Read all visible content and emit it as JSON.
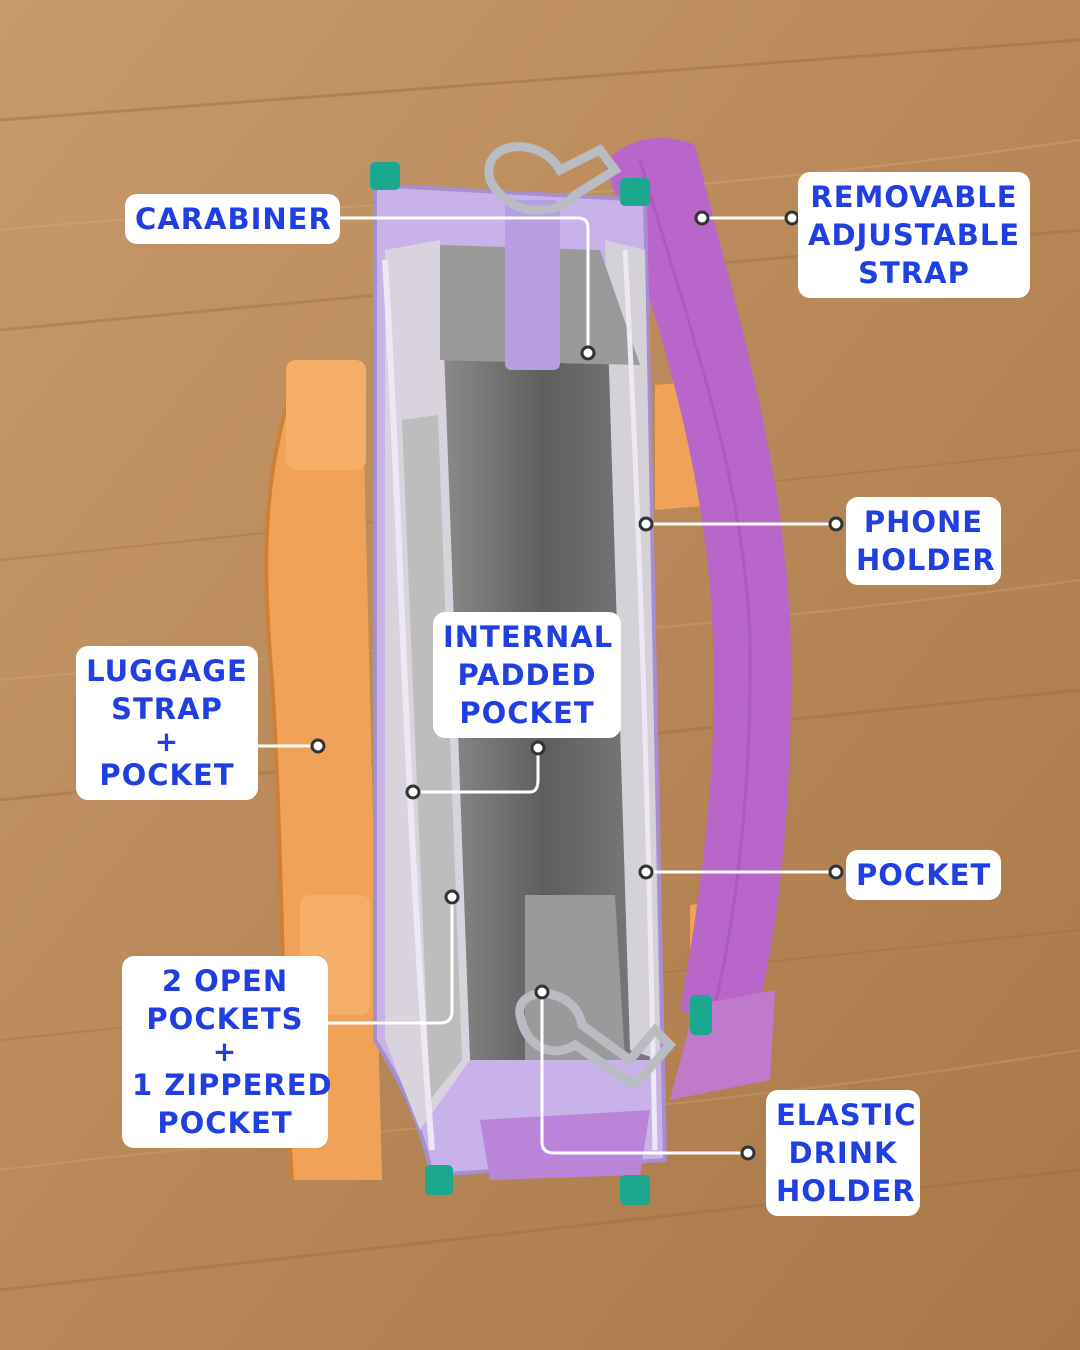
{
  "labels": {
    "carabiner": [
      "CARABINER"
    ],
    "removable_strap": [
      "REMOVABLE",
      "ADJUSTABLE",
      "STRAP"
    ],
    "phone_holder": [
      "PHONE",
      "HOLDER"
    ],
    "internal_padded_pocket": [
      "INTERNAL",
      "PADDED",
      "POCKET"
    ],
    "luggage_strap": [
      "LUGGAGE",
      "STRAP",
      "+",
      "POCKET"
    ],
    "pocket": [
      "POCKET"
    ],
    "open_pockets": [
      "2 OPEN",
      "POCKETS",
      "+",
      "1 ZIPPERED",
      "POCKET"
    ],
    "drink_holder": [
      "ELASTIC",
      "DRINK",
      "HOLDER"
    ]
  },
  "colors": {
    "label_text": "#1f3fe0",
    "label_bg": "#ffffff",
    "wood": "#b98a5a",
    "bag_lilac": "#c9b2ea",
    "strap_purple": "#b866c9",
    "strap_orange": "#f0a258",
    "interior_gray": "#676767",
    "accent_teal": "#1aa88e"
  }
}
